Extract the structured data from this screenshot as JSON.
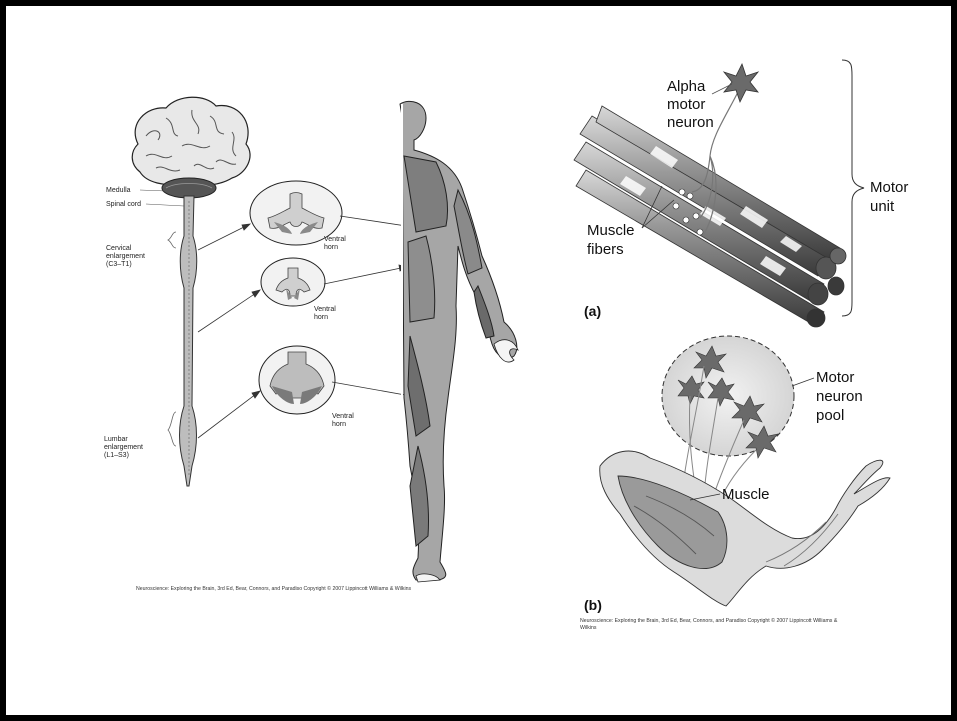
{
  "left_figure": {
    "labels": {
      "medulla": "Medulla",
      "spinal_cord": "Spinal cord",
      "cervical_1": "Cervical",
      "cervical_2": "enlargement",
      "cervical_3": "(C3–T1)",
      "lumbar_1": "Lumbar",
      "lumbar_2": "enlargement",
      "lumbar_3": "(L1–S3)",
      "ventral_horn_1_a": "Ventral",
      "ventral_horn_1_b": "horn",
      "ventral_horn_2_a": "Ventral",
      "ventral_horn_2_b": "horn",
      "ventral_horn_3_a": "Ventral",
      "ventral_horn_3_b": "horn"
    },
    "caption": "Neuroscience: Exploring the Brain, 3rd Ed, Bear, Connors, and Paradiso Copyright © 2007 Lippincott Williams & Wilkins"
  },
  "panel_a": {
    "label": "(a)",
    "alpha_1": "Alpha",
    "alpha_2": "motor",
    "alpha_3": "neuron",
    "muscle_fibers_1": "Muscle",
    "muscle_fibers_2": "fibers",
    "motor_unit_1": "Motor",
    "motor_unit_2": "unit"
  },
  "panel_b": {
    "label": "(b)",
    "pool_1": "Motor",
    "pool_2": "neuron",
    "pool_3": "pool",
    "muscle": "Muscle",
    "caption_1": "Neuroscience: Exploring the Brain, 3rd Ed, Bear, Connors, and Paradiso Copyright © 2007 Lippincott Williams &",
    "caption_2": "Wilkins"
  }
}
